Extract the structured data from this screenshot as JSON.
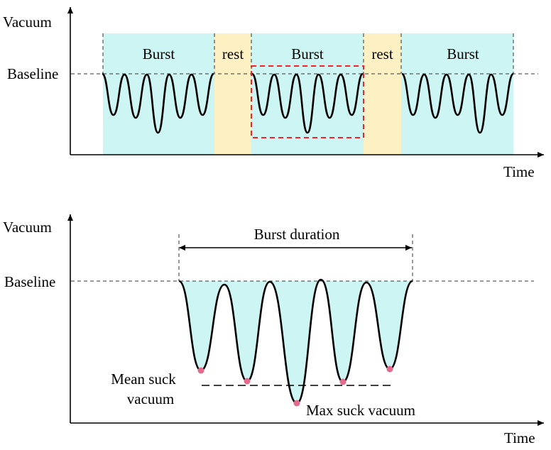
{
  "top_panel": {
    "y_axis_label": "Vacuum",
    "x_axis_label": "Time",
    "baseline_label": "Baseline",
    "segments": [
      {
        "kind": "burst",
        "label": "Burst",
        "fill": "#ccf5f3"
      },
      {
        "kind": "rest",
        "label": "rest",
        "fill": "#fdf0c2"
      },
      {
        "kind": "burst",
        "label": "Burst",
        "fill": "#ccf5f3"
      },
      {
        "kind": "rest",
        "label": "rest",
        "fill": "#fdf0c2"
      },
      {
        "kind": "burst",
        "label": "Burst",
        "fill": "#ccf5f3"
      }
    ],
    "highlight_box_color": "#e8262b"
  },
  "bottom_panel": {
    "y_axis_label": "Vacuum",
    "x_axis_label": "Time",
    "baseline_label": "Baseline",
    "duration_label": "Burst duration",
    "mean_label_line1": "Mean suck",
    "mean_label_line2": "vacuum",
    "max_label": "Max suck vacuum",
    "marker_color": "#e36a8c"
  },
  "colors": {
    "burst_fill": "#ccf5f3",
    "rest_fill": "#fdf0c2",
    "line": "#000000"
  }
}
